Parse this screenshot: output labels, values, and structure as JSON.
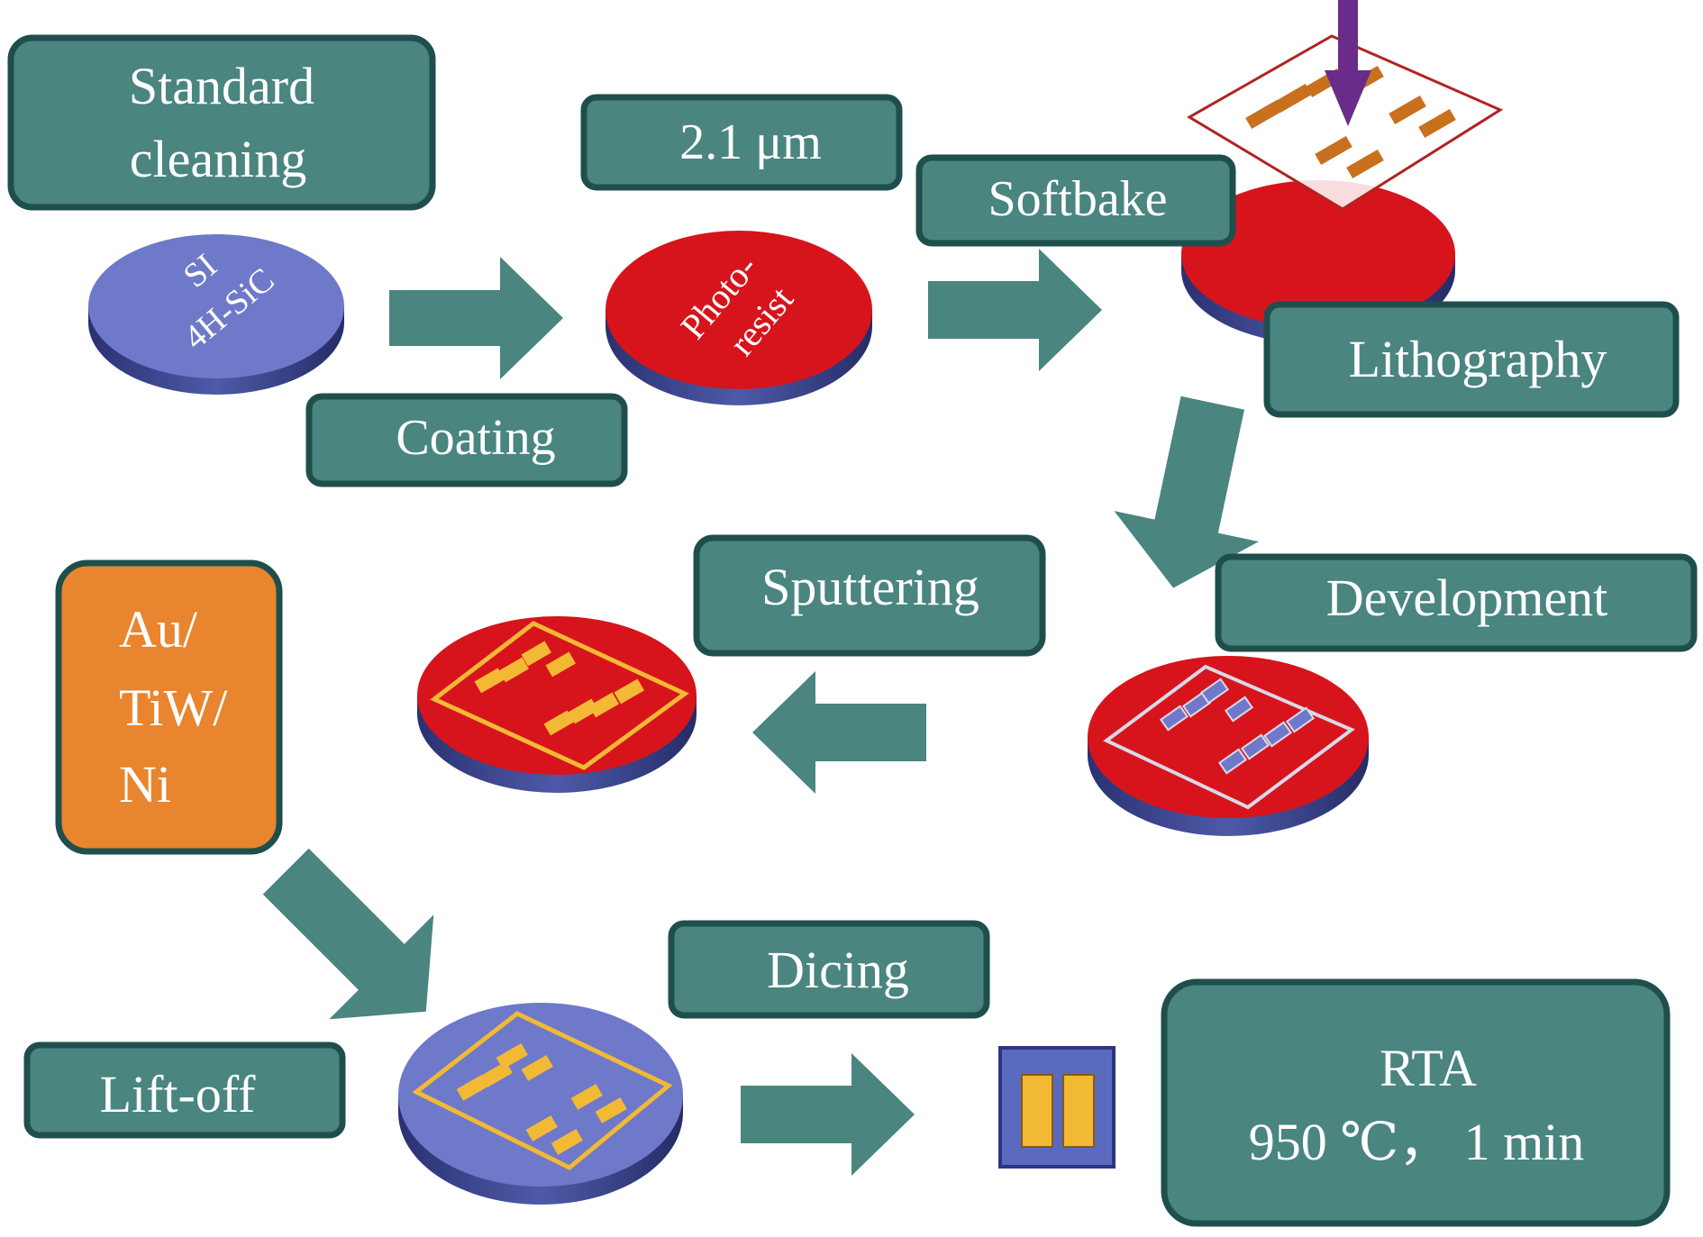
{
  "labels": {
    "standard_cleaning_line1": "Standard",
    "standard_cleaning_line2": "cleaning",
    "thickness": "2.1 μm",
    "softbake": "Softbake",
    "lithography": "Lithography",
    "coating": "Coating",
    "development": "Development",
    "sputtering": "Sputtering",
    "metal_line1": "Au/",
    "metal_line2": "TiW/",
    "metal_line3": "Ni",
    "lift_off": "Lift-off",
    "dicing": "Dicing",
    "rta_line1": "RTA",
    "rta_line2": "950 ℃， 1 min"
  },
  "wafers": {
    "substrate_line1": "SI",
    "substrate_line2": "4H-SiC",
    "photoresist_line1": "Photo-",
    "photoresist_line2": "resist"
  },
  "colors": {
    "box_fill": "#4a8580",
    "box_border": "#1f4f4d",
    "metal_box": "#e8852e",
    "sic_wafer": "#6f79c9",
    "resist_wafer": "#d7141c",
    "electrode": "#f2b935",
    "arrow": "#4a8580",
    "litho_arrow": "#6a2c8a"
  }
}
